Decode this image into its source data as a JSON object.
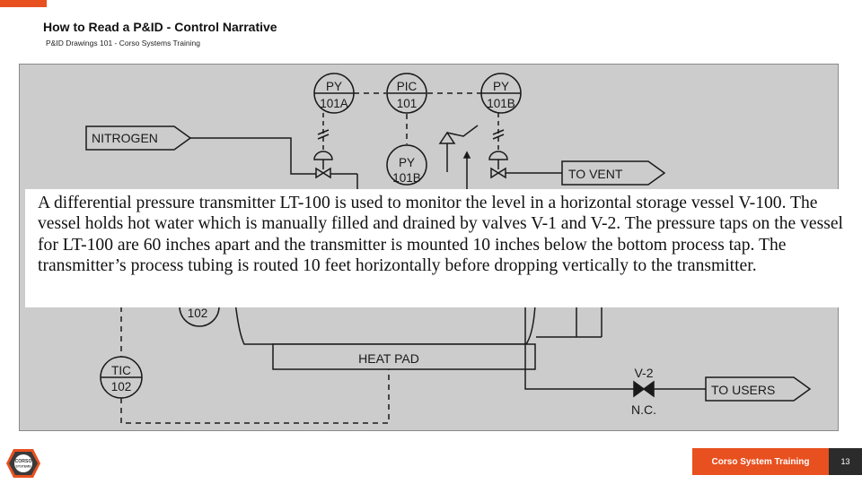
{
  "header": {
    "title": "How to Read a P&ID - Control Narrative",
    "subtitle": "P&ID Drawings 101 - Corso Systems Training"
  },
  "diagram": {
    "tags": {
      "py101a": {
        "top": "PY",
        "bottom": "101A"
      },
      "pic101": {
        "top": "PIC",
        "bottom": "101"
      },
      "py101b_top": {
        "top": "PY",
        "bottom": "101B"
      },
      "py101b_mid": {
        "top": "PY",
        "bottom": "101B"
      },
      "tic102": {
        "top": "TIC",
        "bottom": "102"
      },
      "partial102": {
        "bottom": "102"
      }
    },
    "nitrogen_label": "NITROGEN",
    "to_vent_label": "TO VENT",
    "to_users_label": "TO USERS",
    "heat_pad_label": "HEAT PAD",
    "valve_v2_label": "V-2",
    "valve_v2_state": "N.C."
  },
  "narrative": {
    "text": "A differential pressure transmitter LT-100 is used to monitor the level in a horizontal storage vessel V-100. The vessel holds hot water which is manually filled and drained by valves V-1 and V-2. The pressure taps on the vessel for LT-100 are 60 inches apart and the transmitter is mounted 10 inches below the bottom process tap. The transmitter’s process tubing is routed 10 feet horizontally before dropping vertically to the transmitter."
  },
  "footer": {
    "label": "Corso System Training",
    "page_number": "13",
    "logo_text_line1": "CORSO",
    "logo_text_line2": "SYSTEMS"
  },
  "colors": {
    "accent": "#e8501f",
    "page_number_bg": "#2b2b2b",
    "diagram_bg": "#cccccc"
  }
}
